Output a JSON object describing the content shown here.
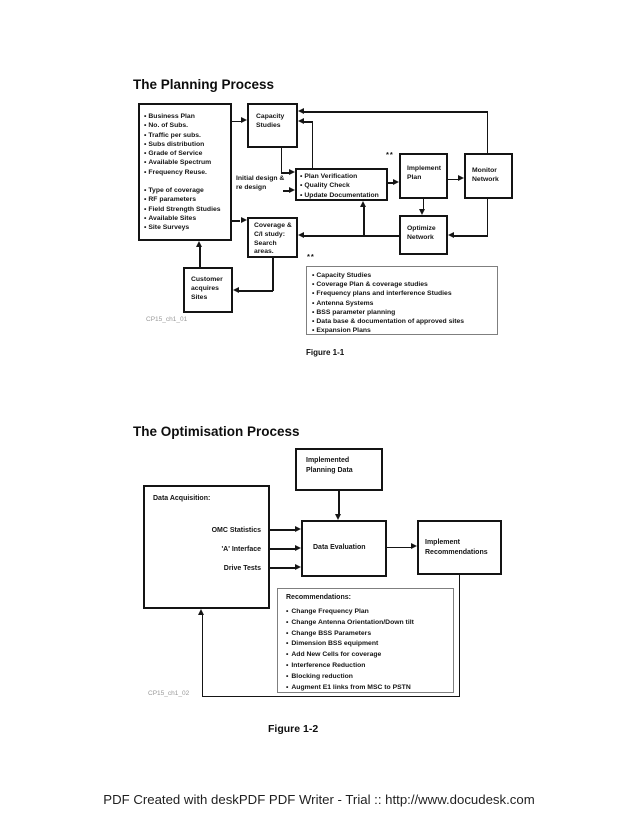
{
  "colors": {
    "box_border": "#141414",
    "connector": "#151515",
    "note_border": "#7f7f7f",
    "muted_label": "#9a9a9a",
    "footer_text": "#1f1f1f"
  },
  "planning": {
    "title": "The Planning Process",
    "boxes": {
      "inputs_group1": [
        "Business Plan",
        "No. of Subs.",
        "Traffic per subs.",
        "Subs distribution",
        "Grade of Service",
        "Available Spectrum",
        "Frequency Reuse."
      ],
      "inputs_group2": [
        "Type of coverage",
        "RF parameters",
        "Field Strength Studies",
        "Available Sites",
        "Site Surveys"
      ],
      "capacity": "Capacity Studies",
      "verification_items": [
        "Plan Verification",
        "Quality Check",
        "Update Documentation"
      ],
      "implement": "Implement Plan",
      "monitor": "Monitor Network",
      "optimize": "Optimize Network",
      "coverage": "Coverage & C/I study: Search areas.",
      "customer": "Customer acquires Sites"
    },
    "labels": {
      "initial_design": "Initial design & re design",
      "double_asterisk": "**",
      "drawing_id": "CP15_ch1_01",
      "caption": "Figure 1-1"
    },
    "notes": [
      "Capacity Studies",
      "Coverage Plan & coverage studies",
      "Frequency plans and interference Studies",
      "Antenna Systems",
      "BSS parameter planning",
      "Data base & documentation of approved sites",
      "Expansion Plans"
    ]
  },
  "optimisation": {
    "title": "The Optimisation Process",
    "boxes": {
      "implemented": "Implemented Planning Data",
      "acquisition_label": "Data Acquisition:",
      "acquisition_items": [
        "OMC Statistics",
        "'A' Interface",
        "Drive Tests"
      ],
      "evaluation": "Data Evaluation",
      "implement": "Implement Recommendations",
      "recommendations_label": "Recommendations:",
      "recommendations_items": [
        "Change Frequency Plan",
        "Change Antenna Orientation/Down tilt",
        "Change BSS Parameters",
        "Dimension BSS equipment",
        "Add New Cells for coverage",
        "Interference Reduction",
        "Blocking reduction",
        "Augment E1 links from MSC to PSTN"
      ]
    },
    "labels": {
      "drawing_id": "CP15_ch1_02",
      "caption": "Figure 1-2"
    }
  },
  "footer": {
    "text": "PDF Created with deskPDF PDF Writer - Trial :: http://www.docudesk.com"
  }
}
